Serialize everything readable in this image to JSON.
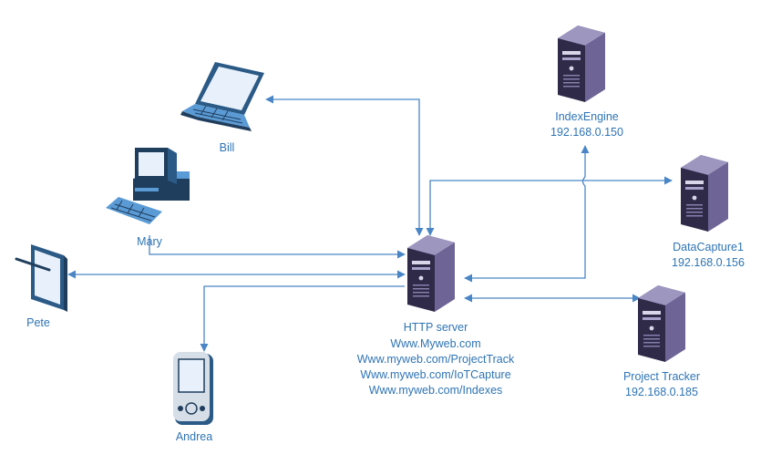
{
  "colors": {
    "line": "#4a86c5",
    "text": "#2e74b5",
    "server_front": "#4b4368",
    "server_side": "#6e6596",
    "server_top": "#8d86b0",
    "device_blue": "#5b9bd5",
    "device_dark": "#1f3d5c"
  },
  "nodes": {
    "bill": {
      "label": "Bill",
      "icon": "laptop-icon"
    },
    "mary": {
      "label": "Mary",
      "icon": "desktop-computer-icon"
    },
    "pete": {
      "label": "Pete",
      "icon": "tablet-pen-icon"
    },
    "andrea": {
      "label": "Andrea",
      "icon": "pda-icon"
    },
    "http_server": {
      "label": "HTTP server",
      "urls": [
        "Www.Myweb.com",
        "Www.myweb.com/ProjectTrack",
        "Www.myweb.com/IoTCapture",
        "Www.myweb.com/Indexes"
      ],
      "icon": "server-icon"
    },
    "index_engine": {
      "label": "IndexEngine",
      "ip": "192.168.0.150",
      "icon": "server-icon"
    },
    "data_capture": {
      "label": "DataCapture1",
      "ip": "192.168.0.156",
      "icon": "server-icon"
    },
    "project_tracker": {
      "label": "Project Tracker",
      "ip": "192.168.0.185",
      "icon": "server-icon"
    }
  }
}
